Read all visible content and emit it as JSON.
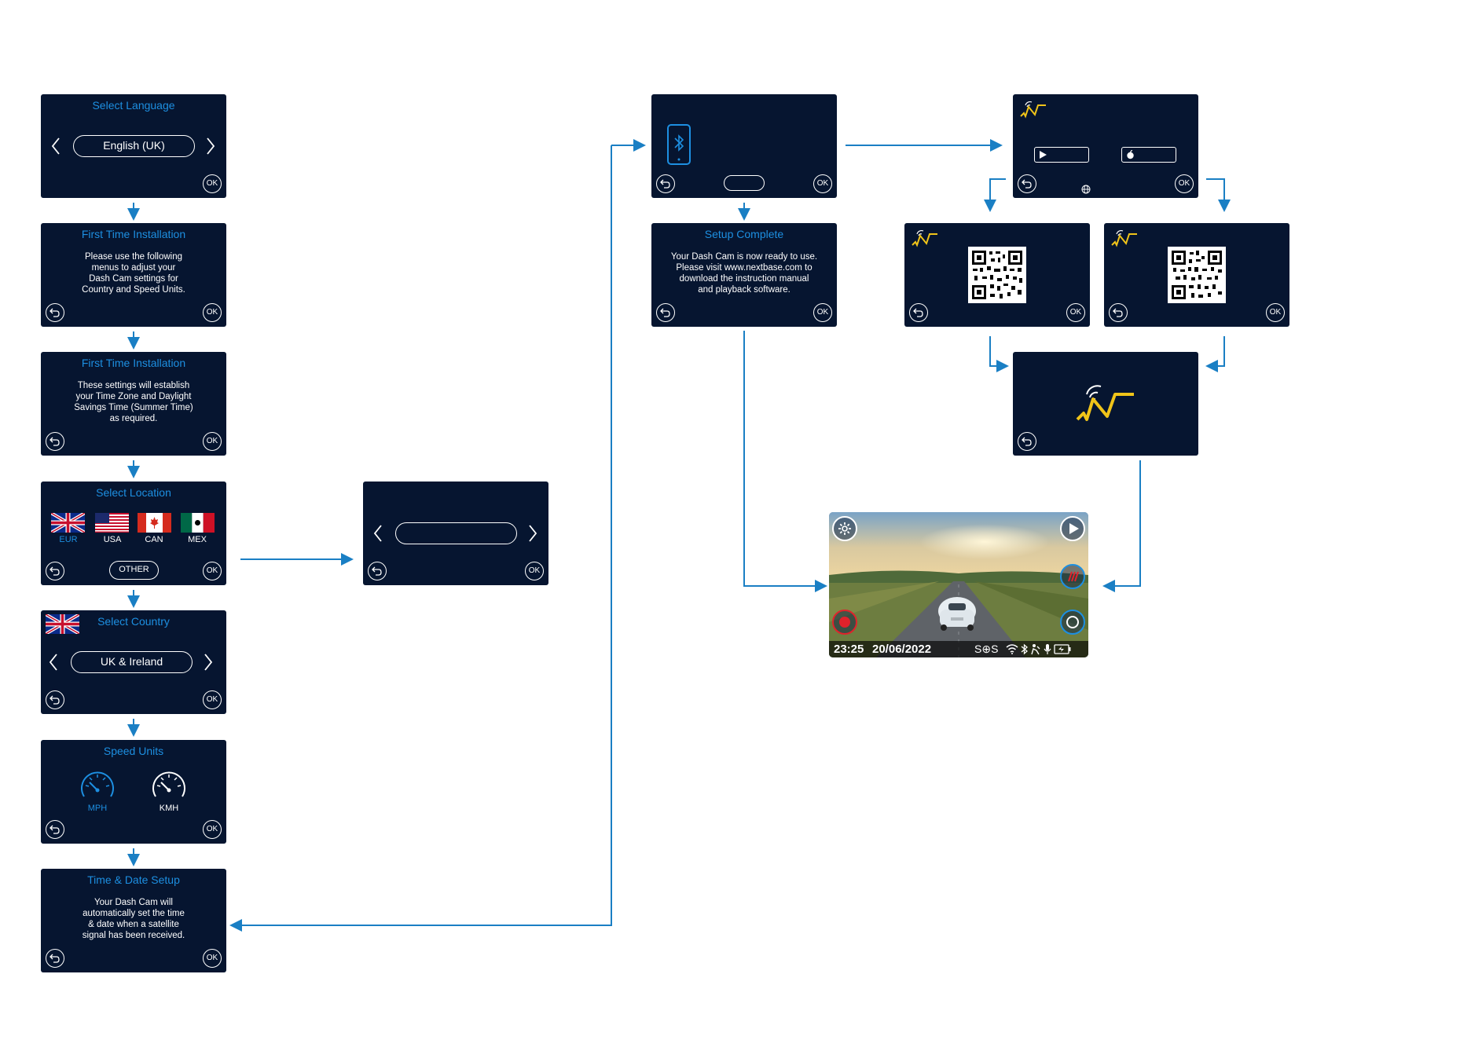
{
  "colors": {
    "screen_bg": "#061530",
    "accent": "#1d8fe1",
    "arrow": "#1a7fc4",
    "record": "#e0222b",
    "logo": "#f0c419"
  },
  "common": {
    "ok": "OK"
  },
  "screens": {
    "select_language": {
      "title": "Select Language",
      "value": "English (UK)"
    },
    "first_install_1": {
      "title": "First Time Installation",
      "text": "Please use the following\nmenus to adjust your\nDash Cam settings for\nCountry and Speed Units."
    },
    "first_install_2": {
      "title": "First Time Installation",
      "text": "These settings will establish\nyour Time Zone and Daylight\nSavings Time (Summer Time)\nas required."
    },
    "select_location": {
      "title": "Select Location",
      "flags": [
        "EUR",
        "USA",
        "CAN",
        "MEX"
      ],
      "other": "OTHER"
    },
    "select_country": {
      "title": "Select Country",
      "value": "UK & Ireland"
    },
    "speed_units": {
      "title": "Speed Units",
      "options": [
        "MPH",
        "KMH"
      ]
    },
    "time_date": {
      "title": "Time & Date Setup",
      "text": "Your Dash Cam will\nautomatically set the time\n& date when a satellite\nsignal has been received."
    },
    "setup_complete": {
      "title": "Setup Complete",
      "text": "Your Dash Cam is now ready to use.\nPlease visit www.nextbase.com to\ndownload the instruction manual\nand playback software."
    },
    "live_view": {
      "time": "23:25",
      "date": "20/06/2022",
      "sos": "S⊕S"
    }
  }
}
